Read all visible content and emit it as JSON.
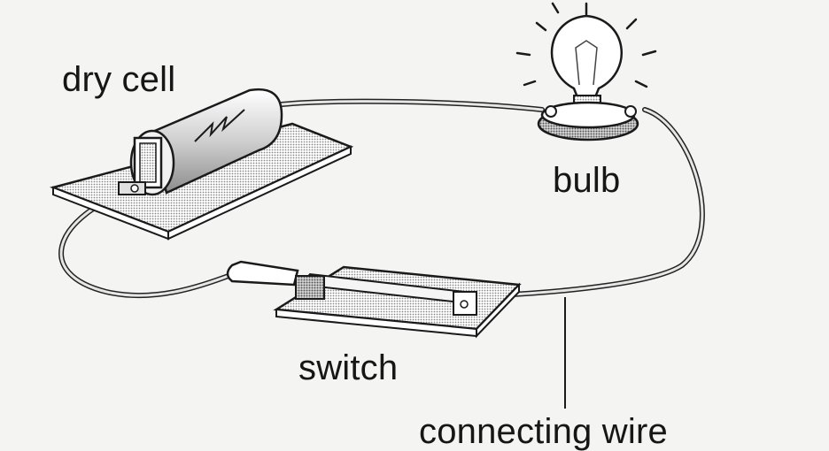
{
  "labels": {
    "dry_cell": "dry cell",
    "bulb": "bulb",
    "switch": "switch",
    "connecting_wire": "connecting wire"
  },
  "colors": {
    "background": "#f4f4f2",
    "ink": "#161616",
    "shading": "#9a9a9a"
  }
}
